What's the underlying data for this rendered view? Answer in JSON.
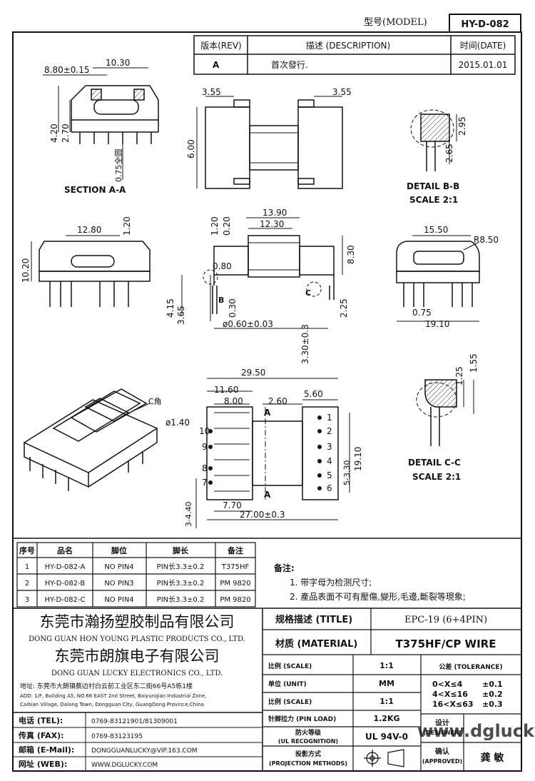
{
  "header": {
    "model_label": "型号(MODEL)",
    "model_value": "HY-D-082",
    "rev_label": "版本(REV)",
    "desc_label": "描述 (DESCRIPTION)",
    "date_label": "时间(DATE)",
    "rev_value": "A",
    "desc_value": "首次發行.",
    "date_value": "2015.01.01"
  },
  "views": {
    "section_aa": {
      "title": "SECTION A-A",
      "dims": [
        "10.30",
        "8.80±0.15",
        "4.20",
        "2.70",
        "0.75全圆"
      ]
    },
    "front_view": {
      "dims": [
        "3.55",
        "3.55",
        "6.00"
      ]
    },
    "detail_bb": {
      "title": "DETAIL B-B",
      "scale": "SCALE 2:1",
      "dims": [
        "2.95",
        "2.65"
      ]
    },
    "side_left": {
      "dims": [
        "12.80",
        "1.20",
        "10.20"
      ]
    },
    "center_view": {
      "dims": [
        "13.90",
        "12.30",
        "1.20",
        "0.20",
        "8.30",
        "0.80",
        "4.15",
        "3.65",
        "0.30",
        "ø0.60±0.03",
        "3.30±0.3",
        "2.25",
        "B",
        "C"
      ]
    },
    "side_right": {
      "dims": [
        "15.50",
        "R8.50",
        "0.75",
        "19.10"
      ]
    },
    "detail_cc": {
      "title": "DETAIL C-C",
      "scale": "SCALE 2:1",
      "dims": [
        "1.25",
        "1.55"
      ]
    },
    "iso_view": {
      "label": "C角"
    },
    "bottom_view": {
      "dims": [
        "29.50",
        "11.60",
        "8.00",
        "2.60",
        "5.60",
        "ø1.40",
        "19.10",
        "5-3.30",
        "3-4.40",
        "7.70",
        "27.00±0.3",
        "A",
        "A"
      ],
      "pins": [
        "10",
        "9",
        "8",
        "7",
        "6",
        "5",
        "4",
        "3",
        "2",
        "1"
      ]
    }
  },
  "parts_table": {
    "headers": [
      "序号",
      "品名",
      "脚位",
      "脚长",
      "备注"
    ],
    "rows": [
      [
        "1",
        "HY-D-082-A",
        "NO PIN4",
        "PIN长3.3±0.2",
        "T375HF"
      ],
      [
        "2",
        "HY-D-082-B",
        "NO PIN3",
        "PIN长3.3±0.2",
        "PM 9820"
      ],
      [
        "3",
        "HY-D-082-C",
        "NO PIN4",
        "PIN长3.3±0.2",
        "PM 9820"
      ]
    ]
  },
  "notes": {
    "title": "备注:",
    "items": [
      "1. 带字母为检测尺寸;",
      "2. 產品表面不可有壓傷,變形,毛邊,斷裂等現象;"
    ]
  },
  "company": {
    "name1_cn": "东莞市瀚扬塑胶制品有限公司",
    "name1_en": "DONG GUAN HON YOUNG PLASTIC PRODUCTS CO., LTD.",
    "name2_cn": "东莞市朗旗电子有限公司",
    "name2_en": "DONG GUAN LUCKY ELECTRONICS CO., LTD.",
    "addr_cn": "地址: 东莞市大朗镇蔡边村白云前工业区东二街66号A5栋1楼",
    "addr_en1": "ADD: 1/F, Building A5, NO.66 EAST 2nd Street, Baiyunqian Industrial Zone,",
    "addr_en2": "Caibian Village, Dalang Town, Dongguan City, GuangDong Province,China"
  },
  "contacts": [
    {
      "label": "电话 (TEL):",
      "value": "0769-83121901/81309001"
    },
    {
      "label": "传真 (FAX):",
      "value": "0769-83123195"
    },
    {
      "label": "邮箱 (E-Mail):",
      "value": "DONGGUANLUCKY@VIP.163.COM"
    },
    {
      "label": "网址 (WEB):",
      "value": "WWW.DGLUCKY.COM"
    }
  ],
  "specs": {
    "title_label": "规格描述 (TITLE)",
    "title_value": "EPC-19 (6+4PIN)",
    "material_label": "材质 (MATERIAL)",
    "material_value": "T375HF/CP WIRE",
    "scale_label": "比例 (SCALE)",
    "scale_value": "1:1",
    "unit_label": "单位 (UNIT)",
    "unit_value": "MM",
    "scale2_label": "比例 (SCALE)",
    "scale2_value": "1:1",
    "pinload_label": "针脚拉力 (PIN LOAD)",
    "pinload_value": "1.2KG",
    "ul_label1": "防火等级",
    "ul_label2": "(UL RECOGNITION)",
    "ul_value": "UL 94V-0",
    "proj_label1": "投影方式",
    "proj_label2": "(PROJECTION METHODS)",
    "tol_label": "公差 (TOLERANCE)",
    "tol_rows": [
      {
        "range": "0<X≤4",
        "val": "±0.1"
      },
      {
        "range": "4<X≤16",
        "val": "±0.2"
      },
      {
        "range": "16<X≤63",
        "val": "±0.3"
      }
    ],
    "designer_label1": "设计",
    "designer_label2": "(DESIGNER)",
    "approved_label1": "确认",
    "approved_label2": "(APPROVED)",
    "approved_value": "龚 敏"
  },
  "watermark": "www.dglucky.com"
}
